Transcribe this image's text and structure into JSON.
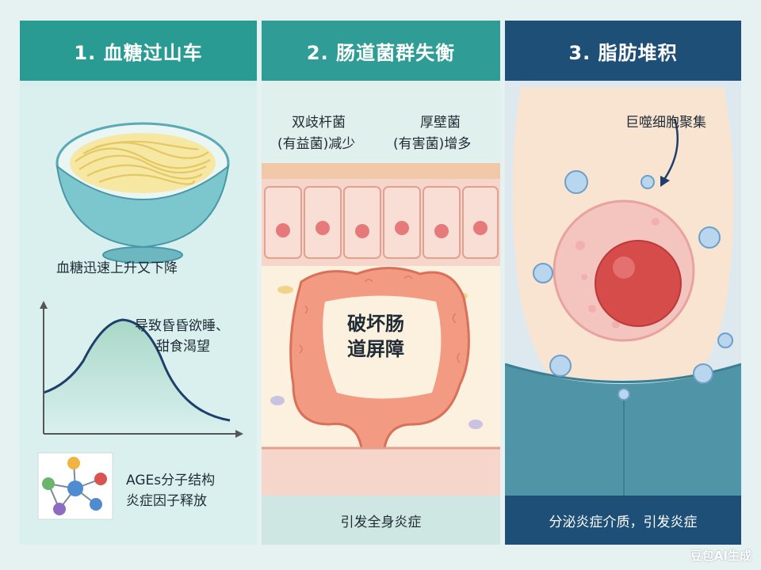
{
  "panels": [
    {
      "title": "1. 血糖过山车",
      "glucose_text": "血糖迅速上升又下降",
      "curve_note": [
        "导致昏昏欲睡、",
        "甜食渴望"
      ],
      "ages_text": [
        "AGEs分子结构",
        "炎症因子释放"
      ]
    },
    {
      "title": "2. 肠道菌群失衡",
      "bacteria_left": [
        "双歧杆菌",
        "(有益菌)减少"
      ],
      "bacteria_right": [
        "厚壁菌",
        "(有害菌)增多"
      ],
      "center_text": [
        "破坏肠",
        "道屏障"
      ],
      "footer": "引发全身炎症"
    },
    {
      "title": "3. 脂肪堆积",
      "macrophage_label": "巨噬细胞聚集",
      "footer": "分泌炎症介质，引发炎症"
    }
  ],
  "watermark": "豆包AI生成",
  "colors": {
    "teal_header": "#2a9b93",
    "navy_header": "#1e4f77",
    "background": "#e6f1f2"
  }
}
